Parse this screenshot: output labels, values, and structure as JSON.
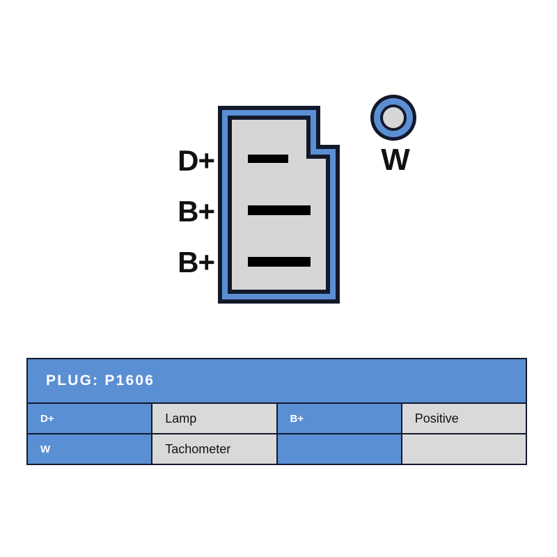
{
  "diagram": {
    "connector": {
      "name": "alternator-plug-connector",
      "shape": "notched-rectangle",
      "outline_color": "#13192b",
      "band_color": "#5b8fd4",
      "fill_color": "#d6d6d6",
      "pins": [
        {
          "label": "D+",
          "blade": "short"
        },
        {
          "label": "B+",
          "blade": "long"
        },
        {
          "label": "B+",
          "blade": "long"
        }
      ]
    },
    "terminal": {
      "name": "w-terminal",
      "label": "W",
      "shape": "ring",
      "ring_color": "#5b8fd4",
      "outline_color": "#13192b",
      "center_color": "#d6d6d6"
    }
  },
  "legend": {
    "title": "PLUG: P1606",
    "header_color": "#5b8fd4",
    "row_color": "#d9d9d9",
    "border_color": "#13192b",
    "rows": [
      {
        "key1": "D+",
        "value1": "Lamp",
        "key2": "B+",
        "value2": "Positive"
      },
      {
        "key1": "W",
        "value1": "Tachometer",
        "key2": "",
        "value2": ""
      }
    ]
  }
}
